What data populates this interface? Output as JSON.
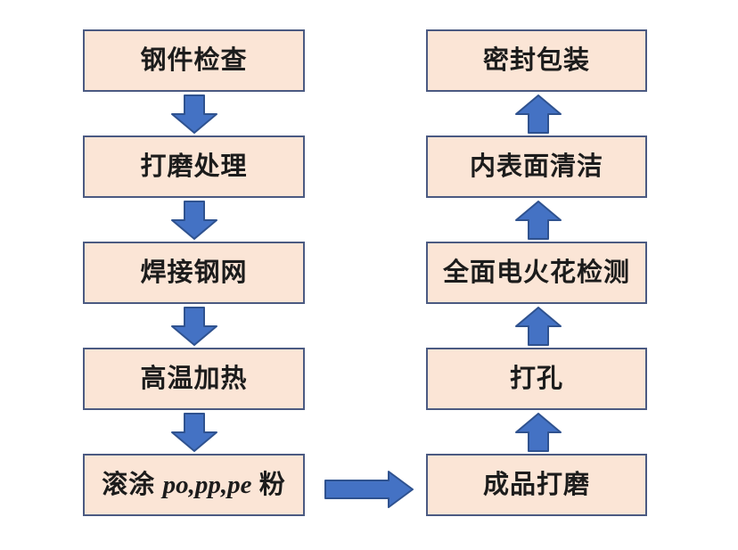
{
  "diagram": {
    "type": "flowchart",
    "columns": {
      "left": {
        "flow_direction": "top-to-bottom",
        "nodes": [
          {
            "label": "钢件检查"
          },
          {
            "label": "打磨处理"
          },
          {
            "label": "焊接钢网"
          },
          {
            "label": "高温加热"
          },
          {
            "label_full": "滚涂 po,pp,pe 粉",
            "label_prefix": "滚涂 ",
            "label_latin": "po,pp,pe",
            "label_suffix": " 粉"
          }
        ]
      },
      "right": {
        "flow_direction": "bottom-to-top",
        "nodes_display_order": [
          {
            "label": "密封包装"
          },
          {
            "label": "内表面清洁"
          },
          {
            "label": "全面电火花检测"
          },
          {
            "label": "打孔"
          },
          {
            "label": "成品打磨"
          }
        ]
      }
    },
    "connectors": {
      "left_column_arrows": "down",
      "right_column_arrows": "up",
      "cross_arrow": "right",
      "down_arrow_count": 4,
      "up_arrow_count": 4,
      "right_arrow_count": 1
    },
    "icons": {
      "down_arrow": "solid block arrow pointing down",
      "up_arrow": "solid block arrow pointing up",
      "right_arrow": "solid block arrow pointing right"
    },
    "colors": {
      "node_fill": "#FBE5D6",
      "node_border": "#4B5A82",
      "arrow_fill": "#4472C4",
      "arrow_border": "#2F528F",
      "text": "#1C1C1C",
      "background": "#FFFFFF"
    }
  }
}
